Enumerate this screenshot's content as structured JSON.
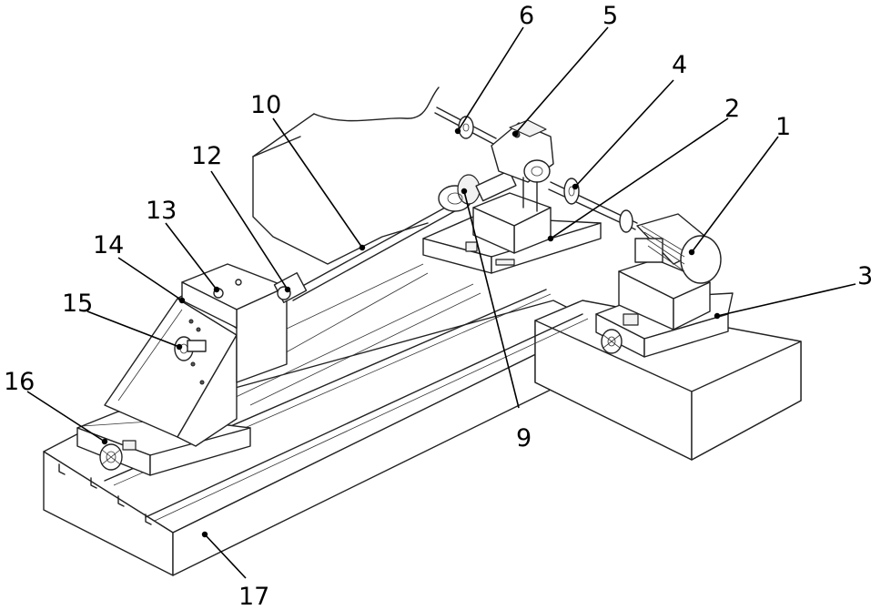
{
  "labels": {
    "l1": "1",
    "l2": "2",
    "l3": "3",
    "l4": "4",
    "l5": "5",
    "l6": "6",
    "l9": "9",
    "l10": "10",
    "l12": "12",
    "l13": "13",
    "l14": "14",
    "l15": "15",
    "l16": "16",
    "l17": "17"
  }
}
